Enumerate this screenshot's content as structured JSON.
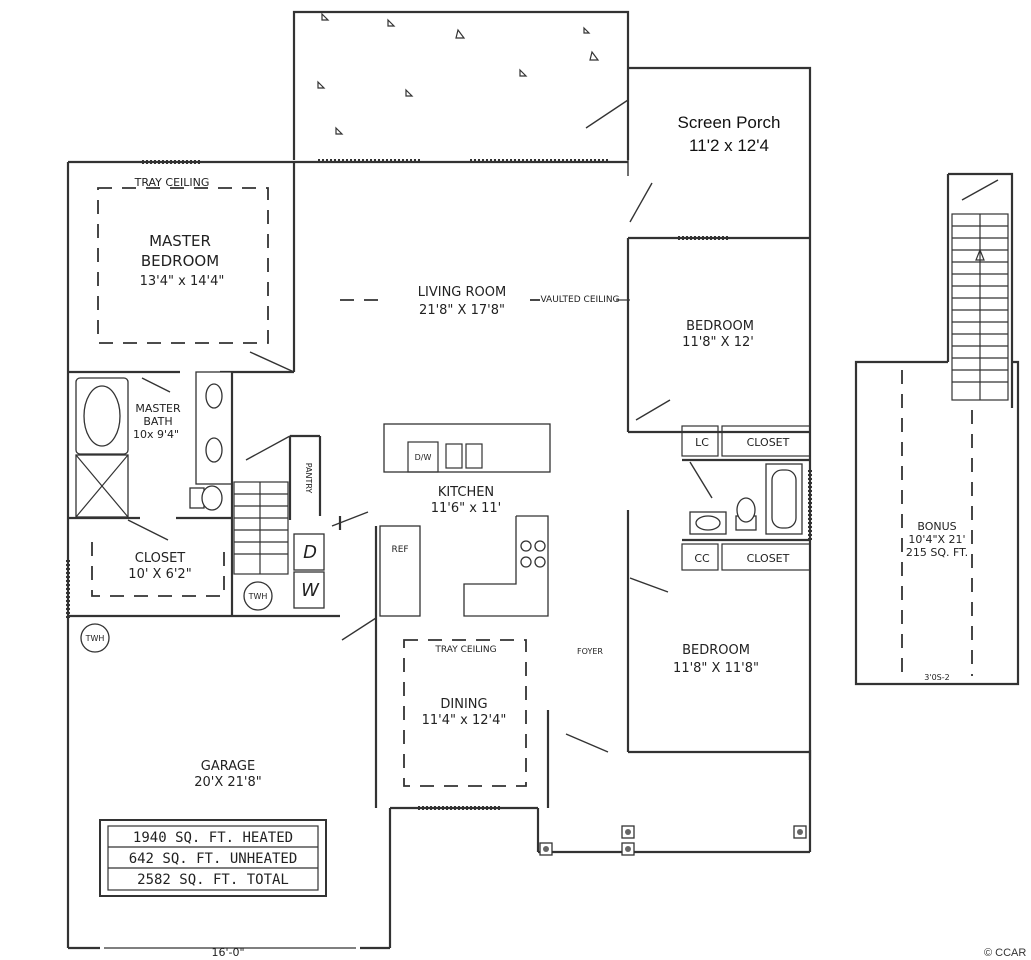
{
  "rooms": {
    "screen_porch": {
      "name": "Screen Porch",
      "dims": "11'2 x 12'4"
    },
    "master_bedroom": {
      "name_line1": "MASTER",
      "name_line2": "BEDROOM",
      "dims": "13'4\" x 14'4\"",
      "ceiling": "TRAY CEILING"
    },
    "living_room": {
      "name": "LIVING ROOM",
      "dims": "21'8\" X 17'8\"",
      "ceiling": "VAULTED CEILING"
    },
    "bedroom_upper": {
      "name": "BEDROOM",
      "dims": "11'8\" X 12'"
    },
    "bedroom_lower": {
      "name": "BEDROOM",
      "dims": "11'8\" X 11'8\""
    },
    "master_bath": {
      "name_line1": "MASTER",
      "name_line2": "BATH",
      "dims": "10x 9'4\""
    },
    "kitchen": {
      "name": "KITCHEN",
      "dims": "11'6\" x 11'"
    },
    "closet_master": {
      "name": "CLOSET",
      "dims": "10' X 6'2\""
    },
    "dining": {
      "name": "DINING",
      "dims": "11'4\" x 12'4\"",
      "ceiling": "TRAY CEILING"
    },
    "garage": {
      "name": "GARAGE",
      "dims": "20'X 21'8\"",
      "door_width": "16'-0\""
    },
    "bonus": {
      "name": "BONUS",
      "dims": "10'4\"X 21'",
      "area": "215 SQ. FT.",
      "note": "3'0S-2"
    }
  },
  "small_labels": {
    "lc": "LC",
    "cc": "CC",
    "closet_upper": "CLOSET",
    "closet_lower": "CLOSET",
    "pantry": "PANTRY",
    "dw": "D/W",
    "ref": "REF",
    "foyer": "FOYER",
    "washer": "W",
    "dryer": "D",
    "water_heater_1": "TWH",
    "water_heater_2": "TWH"
  },
  "totals": {
    "heated": "1940 SQ. FT.  HEATED",
    "unheated": "642 SQ. FT. UNHEATED",
    "total": "2582 SQ. FT.  TOTAL"
  },
  "copyright": "© CCAR"
}
